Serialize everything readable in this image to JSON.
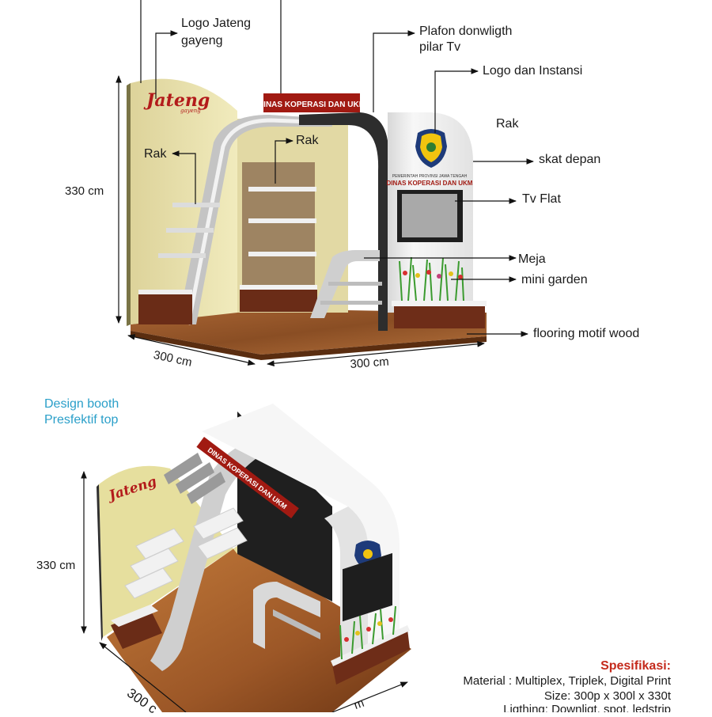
{
  "top_view": {
    "labels": {
      "logo_jateng": [
        "Logo Jateng",
        "gayeng"
      ],
      "plafon": [
        "Plafon donwligth",
        "pilar Tv"
      ],
      "logo_instansi": "Logo dan Instansi",
      "rak_right": "Rak",
      "skat_depan": "skat depan",
      "rak_left": "Rak",
      "rak_center": "Rak",
      "tv_flat": "Tv Flat",
      "meja": "Meja",
      "mini_garden": "mini garden",
      "flooring": "flooring motif wood"
    },
    "dimensions": {
      "height": "330 cm",
      "depth": "300 cm",
      "width": "300 cm"
    },
    "sign_text": "DINAS KOPERASI DAN UKM",
    "brand_logo": {
      "main": "Jateng",
      "sub": "gayeng"
    },
    "panel_text": {
      "line1": "PEMERINTAH PROVINSI JAWA TENGAH",
      "line2": "DINAS KOPERASI DAN UKM"
    }
  },
  "bottom_view": {
    "title": [
      "Design booth",
      "Presfektif top"
    ],
    "dimensions": {
      "height": "330 cm",
      "depth": "300 c",
      "width": "m"
    },
    "sign_text": "DINAS KOPERASI DAN UKM",
    "brand_logo": {
      "main": "Jateng"
    }
  },
  "specs": {
    "heading": "Spesifikasi:",
    "material": "Material : Multiplex, Triplek, Digital Print",
    "size": "Size: 300p x 300l x 330t",
    "lighting": "Ligthing: Downligt, spot, ledstrip"
  },
  "colors": {
    "back_wall": "#e9e3b0",
    "floor": "#9a5a2c",
    "floor_dark": "#6a3716",
    "rack_gray": "#bdbdbd",
    "rack_light": "#e6e6e6",
    "panel_white": "#f4f4f4",
    "dark_frame": "#2b2b2b",
    "planter": "#6e2d18",
    "sign_red": "#a11a12",
    "title_blue": "#2a9fc9",
    "spec_red": "#c42a1c",
    "logo_red": "#b31b1b",
    "grass": "#3b9b2f"
  }
}
